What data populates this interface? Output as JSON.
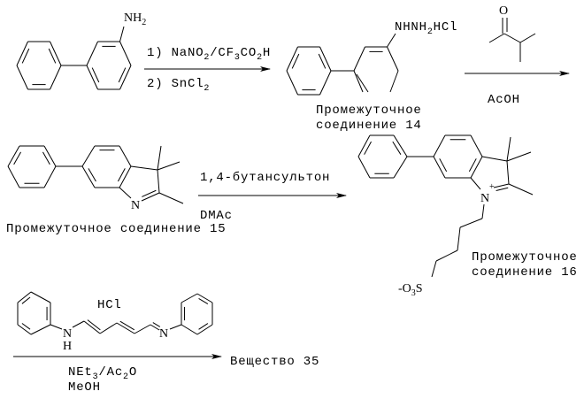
{
  "step1": {
    "start_group": "NH2",
    "reagent_1": "1) NaNO2/CF3CO2H",
    "reagent_2": "2) SnCl2"
  },
  "intermediate14": {
    "group": "NHNH2HCl",
    "label_line1": "Промежуточное",
    "label_line2": "соединение 14"
  },
  "step2": {
    "ketone_oxygen": "O",
    "reagent": "AcOH"
  },
  "intermediate15": {
    "nitrogen": "N",
    "label": "Промежуточное соединение 15"
  },
  "step3": {
    "reagent": "1,4-бутансультон",
    "solvent": "DMAc"
  },
  "intermediate16": {
    "nitrogen": "N",
    "charge": "+",
    "sulfonate": "-O3S",
    "label_line1": "Промежуточное",
    "label_line2": "соединение 16"
  },
  "step4": {
    "reagent_salt": "HCl",
    "amine_n": "N",
    "amine_h": "H",
    "imine_n": "N",
    "conditions_1": "NEt3/Ac2O",
    "conditions_2": "MeOH",
    "product": "Вещество 35"
  }
}
